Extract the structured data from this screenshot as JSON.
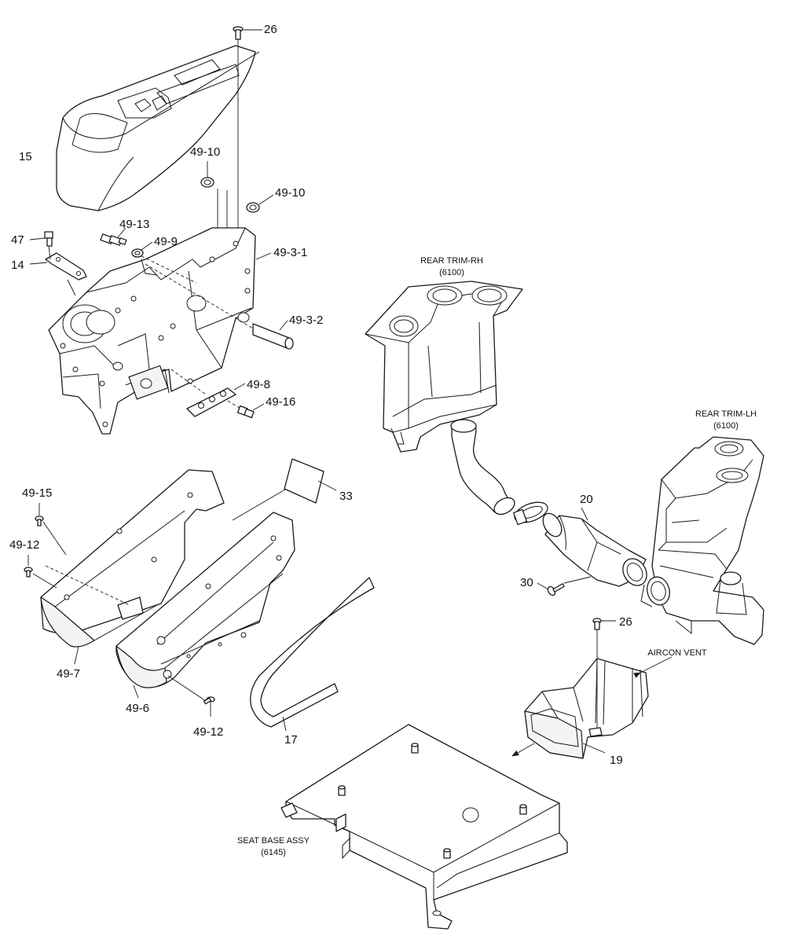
{
  "colors": {
    "stroke": "#1a1a1a",
    "background": "#ffffff"
  },
  "callouts": {
    "c26_top": "26",
    "c15": "15",
    "c49_10_a": "49-10",
    "c49_10_b": "49-10",
    "c49_13": "49-13",
    "c47": "47",
    "c49_9": "49-9",
    "c14": "14",
    "c49_3_1": "49-3-1",
    "c49_3_2": "49-3-2",
    "c49_8": "49-8",
    "c49_16": "49-16",
    "c33": "33",
    "c49_15": "49-15",
    "c49_12_a": "49-12",
    "c49_7": "49-7",
    "c49_6": "49-6",
    "c49_12_b": "49-12",
    "c17": "17",
    "c20": "20",
    "c30": "30",
    "c26_bottom": "26",
    "c19": "19"
  },
  "references": {
    "rear_trim_rh": {
      "name": "REAR TRIM-RH",
      "code": "(6100)"
    },
    "rear_trim_lh": {
      "name": "REAR TRIM-LH",
      "code": "(6100)"
    },
    "aircon_vent": {
      "name": "AIRCON VENT"
    },
    "seat_base": {
      "name": "SEAT BASE ASSY",
      "code": "(6145)"
    }
  }
}
